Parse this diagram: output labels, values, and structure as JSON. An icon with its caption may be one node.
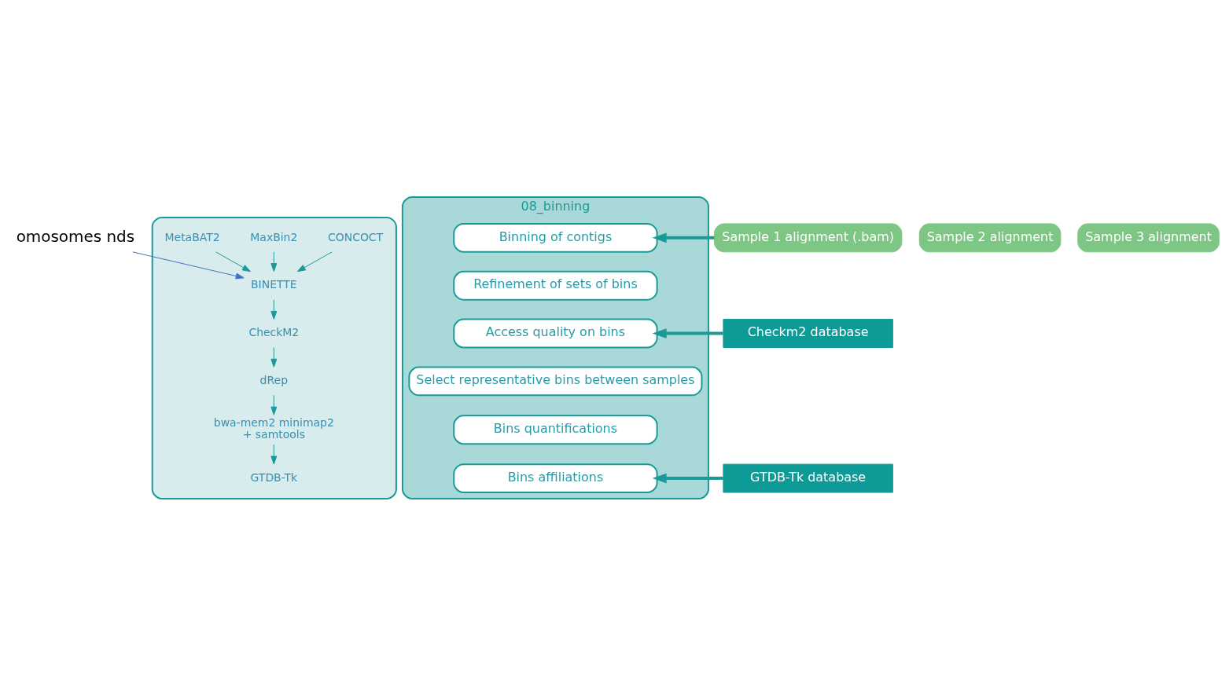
{
  "diagram": {
    "nodes": [
      {
        "text": [
          "omosomes nds"
        ]
      },
      {
        "text": [],
        "shape": "box"
      },
      {
        "text": [
          "MetaBAT2"
        ],
        "in": 1
      },
      {
        "text": [
          "MaxBin2"
        ],
        "in": 1
      },
      {
        "text": [
          "CONCOCT"
        ],
        "in": 1
      },
      {
        "text": [
          "BINETTE"
        ],
        "in": 1
      },
      {
        "text": [
          "CheckM2"
        ],
        "in": 1
      },
      {
        "text": [
          "dRep"
        ],
        "in": 1
      },
      {
        "text": [
          "bwa-mem2 minimap2",
          "+ samtools"
        ],
        "in": 1
      },
      {
        "text": [
          "GTDB-Tk"
        ],
        "in": 1
      },
      {
        "text": [
          "08_binning"
        ]
      },
      {
        "text": [
          "Binning of contigs"
        ],
        "in": 10
      },
      {
        "text": [
          "Refinement of sets of bins"
        ],
        "in": 10
      },
      {
        "text": [
          "Access quality on bins"
        ],
        "in": 10
      },
      {
        "text": [
          "Select representative bins between samples"
        ],
        "in": 10
      },
      {
        "text": [
          "Bins quantifications"
        ],
        "in": 10
      },
      {
        "text": [
          "Bins affiliations"
        ],
        "in": 10
      },
      {
        "text": [
          "Sample 1 alignment (.bam)"
        ]
      },
      {
        "text": [
          "Sample 2 alignment"
        ]
      },
      {
        "text": [
          "Sample 3 alignment"
        ]
      },
      {
        "text": [
          "Checkm2 database"
        ]
      },
      {
        "text": [
          "GTDB-Tk database"
        ]
      }
    ],
    "edges": [
      {
        "from": 0,
        "to": 5,
        "arrow": "to",
        "color": "#4472c4"
      },
      {
        "from": 2,
        "to": 5,
        "arrow": "to"
      },
      {
        "from": 3,
        "to": 5,
        "arrow": "to"
      },
      {
        "from": 4,
        "to": 5,
        "arrow": "to"
      },
      {
        "from": 5,
        "to": 6,
        "arrow": "to"
      },
      {
        "from": 6,
        "to": 7,
        "arrow": "to"
      },
      {
        "from": 7,
        "to": 8,
        "arrow": "to"
      },
      {
        "from": 8,
        "to": 9,
        "arrow": "to"
      },
      {
        "from": 17,
        "to": 11,
        "arrow": "to",
        "style": "thick"
      },
      {
        "from": 20,
        "to": 13,
        "arrow": "to",
        "style": "thick"
      },
      {
        "from": 21,
        "to": 16,
        "arrow": "to",
        "style": "thick"
      }
    ]
  }
}
